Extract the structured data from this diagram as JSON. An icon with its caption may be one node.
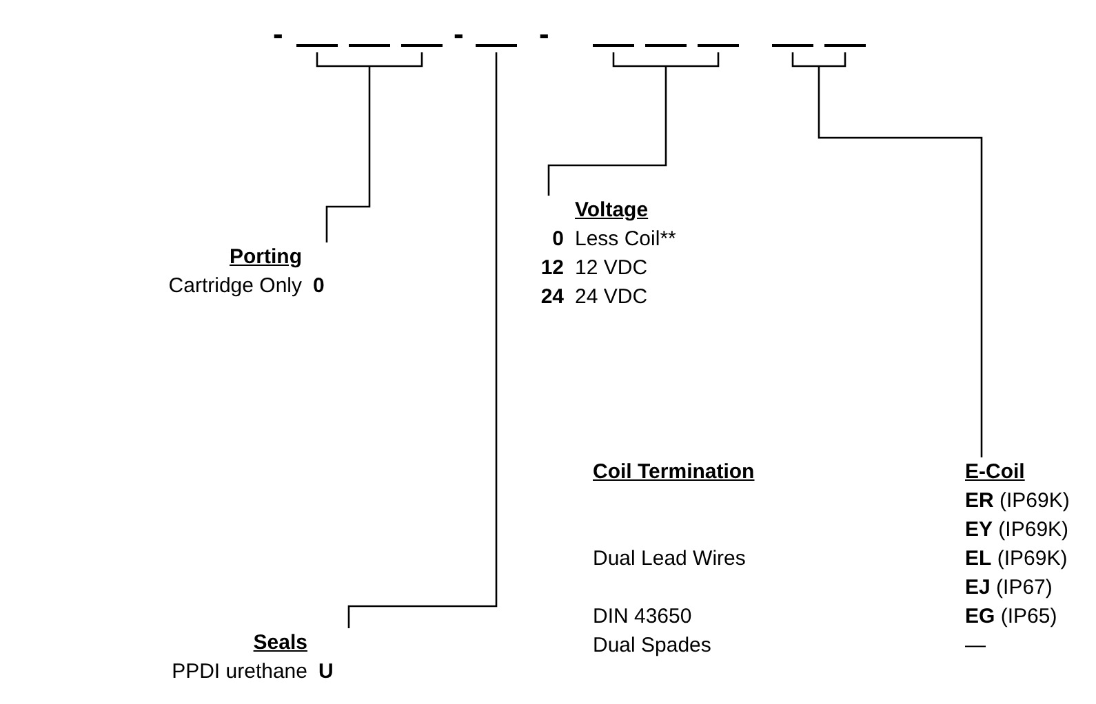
{
  "diagram": {
    "nodes": [
      {
        "text": [],
        "shape": "bar"
      },
      {
        "text": [],
        "shape": "bar"
      },
      {
        "text": [],
        "shape": "bar"
      },
      {
        "text": [],
        "shape": "bar"
      },
      {
        "text": [
          "Porting",
          "Cartridge Only",
          "0"
        ]
      },
      {
        "text": [
          "Voltage",
          "0",
          "Less Coil**",
          "12",
          "12 VDC",
          "24",
          "24 VDC"
        ]
      },
      {
        "text": [
          "Coil Termination",
          "E-Coil",
          "**ER** (IP69K)",
          "**EY** (IP69K)",
          "Dual Lead Wires",
          "**EL** (IP69K)",
          "**EJ** (IP67)",
          "DIN 43650",
          "**EG** (IP65)",
          "Dual Spades",
          "—"
        ]
      },
      {
        "text": [
          "Seals",
          "PPDI urethane",
          "U"
        ]
      }
    ],
    "edges": [
      {
        "from": 0,
        "to": 4,
        "arrow": "none"
      },
      {
        "from": 1,
        "to": 7,
        "arrow": "none"
      },
      {
        "from": 2,
        "to": 5,
        "arrow": "none"
      },
      {
        "from": 3,
        "to": 6,
        "arrow": "none"
      }
    ],
    "labels": [
      "-",
      "-",
      "-"
    ]
  }
}
